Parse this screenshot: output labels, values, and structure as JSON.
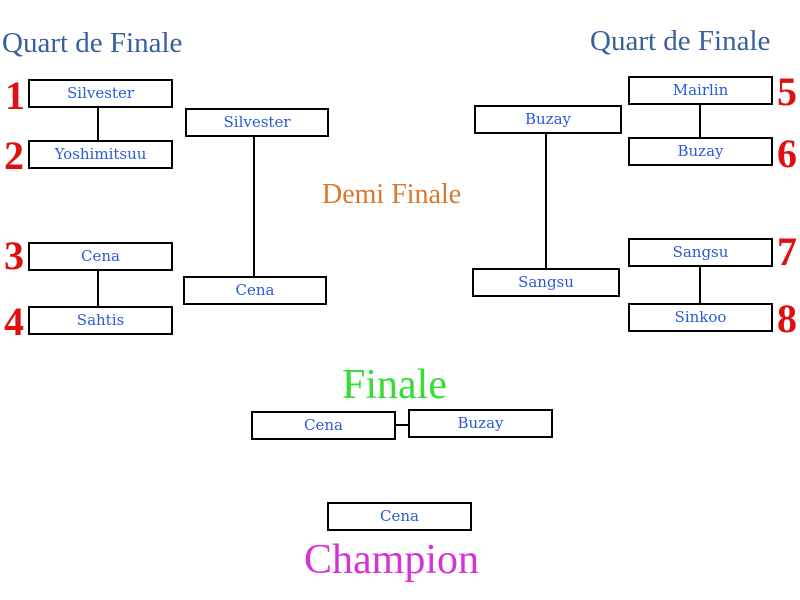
{
  "colors": {
    "quarter_heading": "#3a5fa0",
    "semi_heading": "#d9782c",
    "final_heading": "#33dd33",
    "champion_heading": "#d633d6",
    "seed_number": "#e01010",
    "player_name": "#2a5ad8",
    "box_border": "#000000"
  },
  "headings": {
    "quarter_left": "Quart de Finale",
    "quarter_right": "Quart de Finale",
    "semi": "Demi Finale",
    "final": "Finale",
    "champion": "Champion"
  },
  "quarterfinals": {
    "left": [
      {
        "seed": "1",
        "player": "Silvester"
      },
      {
        "seed": "2",
        "player": "Yoshimitsuu"
      },
      {
        "seed": "3",
        "player": "Cena"
      },
      {
        "seed": "4",
        "player": "Sahtis"
      }
    ],
    "right": [
      {
        "seed": "5",
        "player": "Mairlin"
      },
      {
        "seed": "6",
        "player": "Buzay"
      },
      {
        "seed": "7",
        "player": "Sangsu"
      },
      {
        "seed": "8",
        "player": "Sinkoo"
      }
    ]
  },
  "semifinals": {
    "left": [
      "Silvester",
      "Cena"
    ],
    "right": [
      "Buzay",
      "Sangsu"
    ]
  },
  "final": [
    "Cena",
    "Buzay"
  ],
  "champion": "Cena"
}
